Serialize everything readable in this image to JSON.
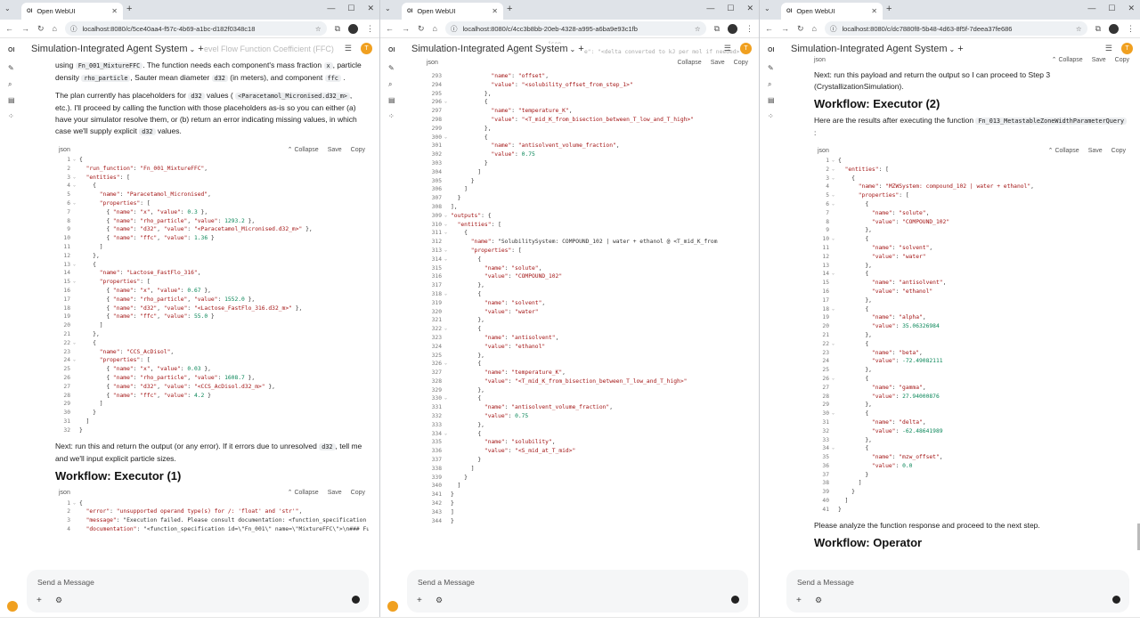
{
  "windows": [
    {
      "tab_title": "Open WebUI",
      "url": "localhost:8080/c/5ce40aa4-f57c-4b69-a1bc-d182f0348c18",
      "chat_title": "Simulation-Integrated Agent System",
      "overlap_text": "ate the blend-level Flow Function Coefficient (FFC)",
      "overlap_tail": "particle",
      "p1": [
        "using",
        "Fn_001_MixtureFFC",
        ". The function needs each component's mass fraction",
        "x",
        ", particle density",
        "rho_particle",
        ", Sauter mean diameter",
        "d32",
        "(in meters), and component",
        "ffc",
        "."
      ],
      "p2": [
        "The plan currently has placeholders for",
        "d32",
        "values (",
        "<Paracetamol_Micronised.d32_m>",
        ", etc.). I'll proceed by calling the function with those placeholders as-is so you can either (a) have your simulator resolve them, or (b) return an error indicating missing values, in which case we'll supply explicit",
        "d32",
        "values."
      ],
      "code1": {
        "lang": "json",
        "collapse": "Collapse",
        "save": "Save",
        "copy": "Copy",
        "lines": [
          [
            "1",
            "{"
          ],
          [
            "2",
            "  \"run_function\": \"Fn_001_MixtureFFC\","
          ],
          [
            "3",
            "  \"entities\": ["
          ],
          [
            "4",
            "    {"
          ],
          [
            "5",
            "      \"name\": \"Paracetamol_Micronised\","
          ],
          [
            "6",
            "      \"properties\": ["
          ],
          [
            "7",
            "        { \"name\": \"x\", \"value\": 0.3 },"
          ],
          [
            "8",
            "        { \"name\": \"rho_particle\", \"value\": 1293.2 },"
          ],
          [
            "9",
            "        { \"name\": \"d32\", \"value\": \"<Paracetamol_Micronised.d32_m>\" },"
          ],
          [
            "10",
            "        { \"name\": \"ffc\", \"value\": 1.36 }"
          ],
          [
            "11",
            "      ]"
          ],
          [
            "12",
            "    },"
          ],
          [
            "13",
            "    {"
          ],
          [
            "14",
            "      \"name\": \"Lactose_FastFlo_316\","
          ],
          [
            "15",
            "      \"properties\": ["
          ],
          [
            "16",
            "        { \"name\": \"x\", \"value\": 0.67 },"
          ],
          [
            "17",
            "        { \"name\": \"rho_particle\", \"value\": 1552.0 },"
          ],
          [
            "18",
            "        { \"name\": \"d32\", \"value\": \"<Lactose_FastFlo_316.d32_m>\" },"
          ],
          [
            "19",
            "        { \"name\": \"ffc\", \"value\": 55.0 }"
          ],
          [
            "20",
            "      ]"
          ],
          [
            "21",
            "    },"
          ],
          [
            "22",
            "    {"
          ],
          [
            "23",
            "      \"name\": \"CCS_AcDisol\","
          ],
          [
            "24",
            "      \"properties\": ["
          ],
          [
            "25",
            "        { \"name\": \"x\", \"value\": 0.03 },"
          ],
          [
            "26",
            "        { \"name\": \"rho_particle\", \"value\": 1608.7 },"
          ],
          [
            "27",
            "        { \"name\": \"d32\", \"value\": \"<CCS_AcDisol.d32_m>\" },"
          ],
          [
            "28",
            "        { \"name\": \"ffc\", \"value\": 4.2 }"
          ],
          [
            "29",
            "      ]"
          ],
          [
            "30",
            "    }"
          ],
          [
            "31",
            "  ]"
          ],
          [
            "32",
            "}"
          ]
        ]
      },
      "p3": [
        "Next: run this and return the output (or any error). If it errors due to unresolved",
        "d32",
        ", tell me and we'll input explicit particle sizes."
      ],
      "h_exec": "Workflow: Executor (1)",
      "code2": {
        "lang": "json",
        "collapse": "Collapse",
        "save": "Save",
        "copy": "Copy",
        "lines": [
          [
            "1",
            "{"
          ],
          [
            "2",
            "  \"error\": \"unsupported operand type(s) for /: 'float' and 'str'\","
          ],
          [
            "3",
            "  \"message\": \"Execution failed. Please consult documentation: <function_specification i"
          ],
          [
            "4",
            "  \"documentation\": \"<function_specification id=\\\"Fn_001\\\" name=\\\"MixtureFFC\\\">\\n### Fun"
          ]
        ]
      },
      "input_placeholder": "Send a Message"
    },
    {
      "tab_title": "Open WebUI",
      "url": "localhost:8080/c/4cc3b8bb-20eb-4328-a995-a6ba9e93c1fb",
      "chat_title": "Simulation-Integrated Agent System",
      "overlap_text": "\"value\": \"<delta_converted_to_kJ_per_mol_if_needed>\"",
      "overlap_lang": "json",
      "overlap_lang2": "json",
      "collapse": "Collapse",
      "save": "Save",
      "copy": "Copy",
      "lines": [
        [
          "293",
          "            \"name\": \"offset\","
        ],
        [
          "294",
          "            \"value\": \"<solubility_offset_from_step_1>\""
        ],
        [
          "295",
          "          },"
        ],
        [
          "296",
          "          {"
        ],
        [
          "297",
          "            \"name\": \"temperature_K\","
        ],
        [
          "298",
          "            \"value\": \"<T_mid_K_from_bisection_between_T_low_and_T_high>\""
        ],
        [
          "299",
          "          },"
        ],
        [
          "300",
          "          {"
        ],
        [
          "301",
          "            \"name\": \"antisolvent_volume_fraction\","
        ],
        [
          "302",
          "            \"value\": 0.75"
        ],
        [
          "303",
          "          }"
        ],
        [
          "304",
          "        ]"
        ],
        [
          "305",
          "      }"
        ],
        [
          "306",
          "    ]"
        ],
        [
          "307",
          "  }"
        ],
        [
          "308",
          "],"
        ],
        [
          "309",
          "\"outputs\": {"
        ],
        [
          "310",
          "  \"entities\": ["
        ],
        [
          "311",
          "    {"
        ],
        [
          "312",
          "      \"name\": \"SolubilitySystem: COMPOUND_102 | water + ethanol @ <T_mid_K_from"
        ],
        [
          "313",
          "      \"properties\": ["
        ],
        [
          "314",
          "        {"
        ],
        [
          "315",
          "          \"name\": \"solute\","
        ],
        [
          "316",
          "          \"value\": \"COMPOUND_102\""
        ],
        [
          "317",
          "        },"
        ],
        [
          "318",
          "        {"
        ],
        [
          "319",
          "          \"name\": \"solvent\","
        ],
        [
          "320",
          "          \"value\": \"water\""
        ],
        [
          "321",
          "        },"
        ],
        [
          "322",
          "        {"
        ],
        [
          "323",
          "          \"name\": \"antisolvent\","
        ],
        [
          "324",
          "          \"value\": \"ethanol\""
        ],
        [
          "325",
          "        },"
        ],
        [
          "326",
          "        {"
        ],
        [
          "327",
          "          \"name\": \"temperature_K\","
        ],
        [
          "328",
          "          \"value\": \"<T_mid_K_from_bisection_between_T_low_and_T_high>\""
        ],
        [
          "329",
          "        },"
        ],
        [
          "330",
          "        {"
        ],
        [
          "331",
          "          \"name\": \"antisolvent_volume_fraction\","
        ],
        [
          "332",
          "          \"value\": 0.75"
        ],
        [
          "333",
          "        },"
        ],
        [
          "334",
          "        {"
        ],
        [
          "335",
          "          \"name\": \"solubility\","
        ],
        [
          "336",
          "          \"value\": \"<S_mid_at_T_mid>\""
        ],
        [
          "337",
          "        }"
        ],
        [
          "338",
          "      ]"
        ],
        [
          "339",
          "    }"
        ],
        [
          "340",
          "  ]"
        ],
        [
          "341",
          "}"
        ],
        [
          "342",
          "}"
        ],
        [
          "343",
          "]"
        ],
        [
          "344",
          "}"
        ]
      ],
      "input_placeholder": "Send a Message"
    },
    {
      "tab_title": "Open WebUI",
      "url": "localhost:8080/c/dc7880f8-5b48-4d63-8f5f-7deea37fe686",
      "chat_title": "Simulation-Integrated Agent System",
      "top_lang": "json",
      "collapse": "Collapse",
      "save": "Save",
      "copy": "Copy",
      "p1": "Next: run this payload and return the output so I can proceed to Step 3 (CrystallizationSimulation).",
      "h_exec": "Workflow: Executor (2)",
      "p2": [
        "Here are the results after executing the function",
        "Fn_013_MetastableZoneWidthParameterQuery",
        ":"
      ],
      "code": {
        "lang": "json",
        "lines": [
          [
            "1",
            "{"
          ],
          [
            "2",
            "  \"entities\": ["
          ],
          [
            "3",
            "    {"
          ],
          [
            "4",
            "      \"name\": \"MZWSystem: compound_102 | water + ethanol\","
          ],
          [
            "5",
            "      \"properties\": ["
          ],
          [
            "6",
            "        {"
          ],
          [
            "7",
            "          \"name\": \"solute\","
          ],
          [
            "8",
            "          \"value\": \"COMPOUND_102\""
          ],
          [
            "9",
            "        },"
          ],
          [
            "10",
            "        {"
          ],
          [
            "11",
            "          \"name\": \"solvent\","
          ],
          [
            "12",
            "          \"value\": \"water\""
          ],
          [
            "13",
            "        },"
          ],
          [
            "14",
            "        {"
          ],
          [
            "15",
            "          \"name\": \"antisolvent\","
          ],
          [
            "16",
            "          \"value\": \"ethanol\""
          ],
          [
            "17",
            "        },"
          ],
          [
            "18",
            "        {"
          ],
          [
            "19",
            "          \"name\": \"alpha\","
          ],
          [
            "20",
            "          \"value\": 35.06326984"
          ],
          [
            "21",
            "        },"
          ],
          [
            "22",
            "        {"
          ],
          [
            "23",
            "          \"name\": \"beta\","
          ],
          [
            "24",
            "          \"value\": -72.49082111"
          ],
          [
            "25",
            "        },"
          ],
          [
            "26",
            "        {"
          ],
          [
            "27",
            "          \"name\": \"gamma\","
          ],
          [
            "28",
            "          \"value\": 27.94000876"
          ],
          [
            "29",
            "        },"
          ],
          [
            "30",
            "        {"
          ],
          [
            "31",
            "          \"name\": \"delta\","
          ],
          [
            "32",
            "          \"value\": -62.48641989"
          ],
          [
            "33",
            "        },"
          ],
          [
            "34",
            "        {"
          ],
          [
            "35",
            "          \"name\": \"mzw_offset\","
          ],
          [
            "36",
            "          \"value\": 0.0"
          ],
          [
            "37",
            "        }"
          ],
          [
            "38",
            "      ]"
          ],
          [
            "39",
            "    }"
          ],
          [
            "40",
            "  ]"
          ],
          [
            "41",
            "}"
          ]
        ]
      },
      "p3": "Please analyze the function response and proceed to the next step.",
      "h_op": "Workflow: Operator",
      "input_placeholder": "Send a Message"
    }
  ],
  "ui": {
    "ow_logo": "OI",
    "new_tab": "+",
    "user_initial": "T"
  }
}
